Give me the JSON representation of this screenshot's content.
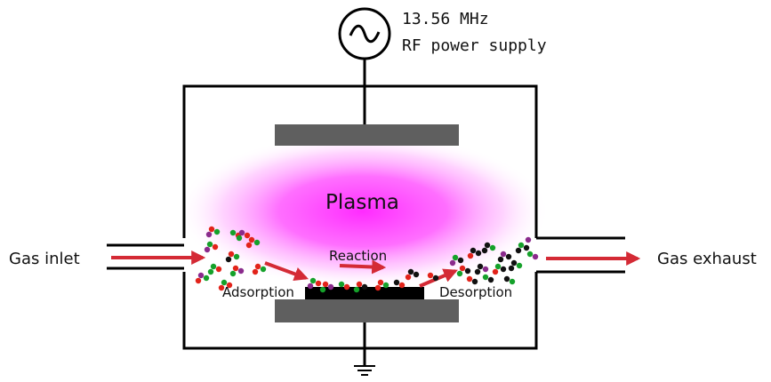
{
  "labels": {
    "frequency": "13.56 MHz",
    "power_supply": "RF power supply",
    "plasma": "Plasma",
    "reaction": "Reaction",
    "adsorption": "Adsorption",
    "desorption": "Desorption",
    "gas_inlet": "Gas inlet",
    "gas_exhaust": "Gas exhaust"
  },
  "colors": {
    "chamber": "#000000",
    "electrode": "#5f5f5f",
    "substrate": "#000000",
    "plasma": "#ff2bff",
    "arrow": "#d42a35",
    "molecule_red": "#e2231a",
    "molecule_green": "#15a12a",
    "molecule_purple": "#8a2a8c",
    "molecule_black": "#111111"
  },
  "icons": {
    "power_source": "ac-source-icon",
    "ground": "ground-icon"
  }
}
